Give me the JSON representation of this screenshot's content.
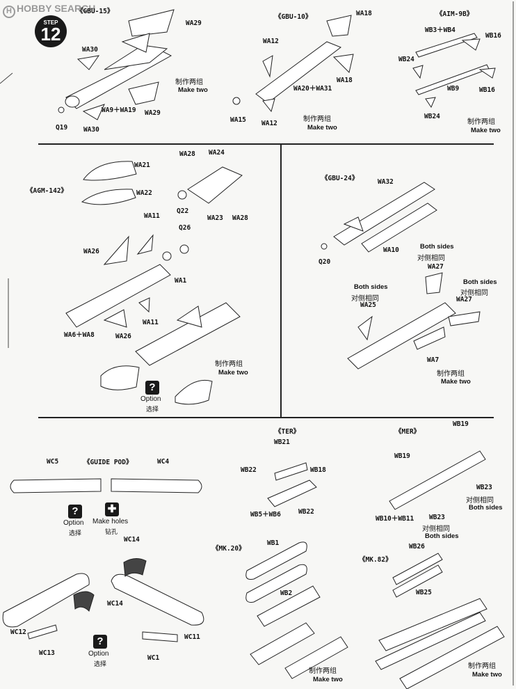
{
  "watermark": {
    "logo": "H",
    "text": "HOBBY SEARCH"
  },
  "step": {
    "label": "STEP",
    "number": "12"
  },
  "common": {
    "make_two_cn": "制作两组",
    "make_two_en": "Make two",
    "both_sides_en": "Both sides",
    "both_sides_cn": "对侧相同",
    "option_en": "Option",
    "option_cn": "选择",
    "option_icon": "?",
    "make_holes_en": "Make holes",
    "make_holes_cn": "钻孔"
  },
  "gbu15": {
    "title": "《GBU-15》",
    "parts": [
      "WA29",
      "WA30",
      "WA9＋WA19",
      "WA29",
      "Q19",
      "WA30"
    ]
  },
  "gbu10": {
    "title": "《GBU-10》",
    "parts": [
      "WA18",
      "WA12",
      "WA20＋WA31",
      "WA18",
      "WA15",
      "WA12"
    ]
  },
  "aim9b": {
    "title": "《AIM-9B》",
    "parts": [
      "WB3＋WB4",
      "WB16",
      "WB24",
      "WB9",
      "WB16",
      "WB24"
    ]
  },
  "agm142": {
    "title": "《AGM-142》",
    "parts": [
      "WA21",
      "WA22",
      "WA28",
      "WA24",
      "Q22",
      "WA23",
      "WA28",
      "WA11",
      "Q26",
      "WA26",
      "WA1",
      "WA11",
      "WA6＋WA8",
      "WA26"
    ]
  },
  "gbu24": {
    "title": "《GBU-24》",
    "parts": [
      "WA32",
      "Q20",
      "WA10",
      "WA27",
      "WA25",
      "WA27",
      "WA7"
    ]
  },
  "guide_pod": {
    "title": "《GUIDE POD》",
    "parts": [
      "WC5",
      "WC4",
      "WC14",
      "WC14",
      "WC12",
      "WC13",
      "WC11",
      "WC1"
    ]
  },
  "ter": {
    "title": "《TER》",
    "parts": [
      "WB21",
      "WB22",
      "WB18",
      "WB5＋WB6",
      "WB22"
    ]
  },
  "mer": {
    "title": "《MER》",
    "parts": [
      "WB19",
      "WB19",
      "WB23",
      "WB10＋WB11",
      "WB23"
    ]
  },
  "mk20": {
    "title": "《MK.20》",
    "parts": [
      "WB1",
      "WB2"
    ]
  },
  "mk82": {
    "title": "《MK.82》",
    "parts": [
      "WB26",
      "WB25"
    ]
  }
}
